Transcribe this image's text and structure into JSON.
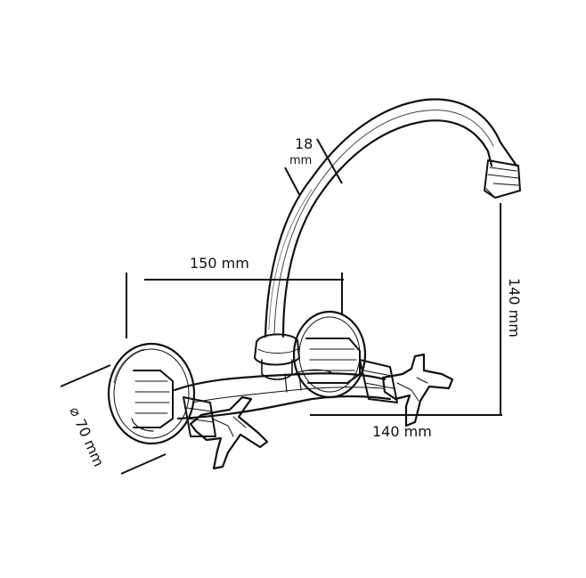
{
  "dimensions": {
    "spout_tube": {
      "value": "18",
      "unit": "mm"
    },
    "center_distance": {
      "label": "150 mm"
    },
    "spout_height": {
      "label": "140 mm"
    },
    "spout_reach": {
      "label": "140 mm"
    },
    "flange_diameter": {
      "label": "⌀ 70 mm"
    }
  },
  "colors": {
    "line": "#111111",
    "background": "#ffffff"
  }
}
